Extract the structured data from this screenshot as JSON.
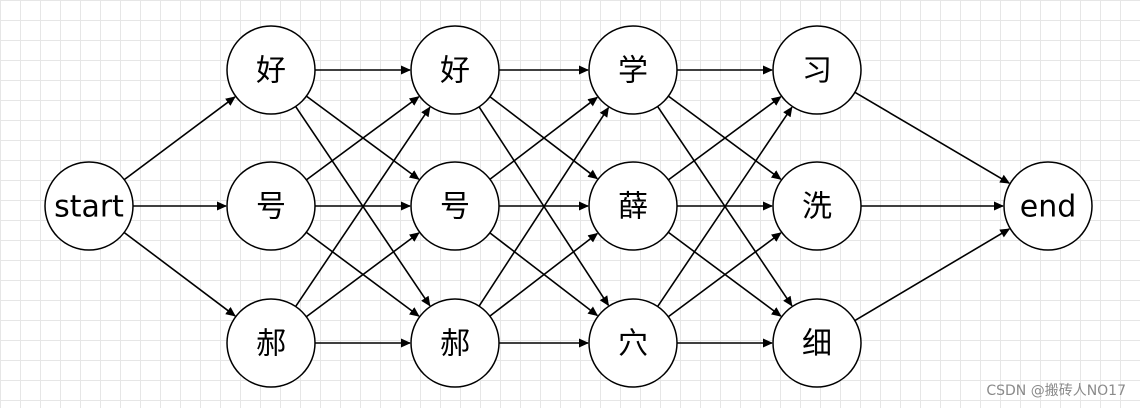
{
  "diagram": {
    "type": "lattice",
    "nodes": [
      {
        "id": "start",
        "label": "start",
        "column": 0,
        "row": 1
      },
      {
        "id": "c1_hao",
        "label": "好",
        "column": 1,
        "row": 0
      },
      {
        "id": "c1_hao2",
        "label": "号",
        "column": 1,
        "row": 1
      },
      {
        "id": "c1_hao3",
        "label": "郝",
        "column": 1,
        "row": 2
      },
      {
        "id": "c2_hao",
        "label": "好",
        "column": 2,
        "row": 0
      },
      {
        "id": "c2_hao2",
        "label": "号",
        "column": 2,
        "row": 1
      },
      {
        "id": "c2_hao3",
        "label": "郝",
        "column": 2,
        "row": 2
      },
      {
        "id": "c3_xue",
        "label": "学",
        "column": 3,
        "row": 0
      },
      {
        "id": "c3_xue2",
        "label": "薛",
        "column": 3,
        "row": 1
      },
      {
        "id": "c3_xue3",
        "label": "穴",
        "column": 3,
        "row": 2
      },
      {
        "id": "c4_xi",
        "label": "习",
        "column": 4,
        "row": 0
      },
      {
        "id": "c4_xi2",
        "label": "洗",
        "column": 4,
        "row": 1
      },
      {
        "id": "c4_xi3",
        "label": "细",
        "column": 4,
        "row": 2
      },
      {
        "id": "end",
        "label": "end",
        "column": 5,
        "row": 1
      }
    ],
    "edges": [
      [
        "start",
        "c1_hao"
      ],
      [
        "start",
        "c1_hao2"
      ],
      [
        "start",
        "c1_hao3"
      ],
      [
        "c1_hao",
        "c2_hao"
      ],
      [
        "c1_hao",
        "c2_hao2"
      ],
      [
        "c1_hao",
        "c2_hao3"
      ],
      [
        "c1_hao2",
        "c2_hao"
      ],
      [
        "c1_hao2",
        "c2_hao2"
      ],
      [
        "c1_hao2",
        "c2_hao3"
      ],
      [
        "c1_hao3",
        "c2_hao"
      ],
      [
        "c1_hao3",
        "c2_hao2"
      ],
      [
        "c1_hao3",
        "c2_hao3"
      ],
      [
        "c2_hao",
        "c3_xue"
      ],
      [
        "c2_hao",
        "c3_xue2"
      ],
      [
        "c2_hao",
        "c3_xue3"
      ],
      [
        "c2_hao2",
        "c3_xue"
      ],
      [
        "c2_hao2",
        "c3_xue2"
      ],
      [
        "c2_hao2",
        "c3_xue3"
      ],
      [
        "c2_hao3",
        "c3_xue"
      ],
      [
        "c2_hao3",
        "c3_xue2"
      ],
      [
        "c2_hao3",
        "c3_xue3"
      ],
      [
        "c3_xue",
        "c4_xi"
      ],
      [
        "c3_xue",
        "c4_xi2"
      ],
      [
        "c3_xue",
        "c4_xi3"
      ],
      [
        "c3_xue2",
        "c4_xi"
      ],
      [
        "c3_xue2",
        "c4_xi2"
      ],
      [
        "c3_xue2",
        "c4_xi3"
      ],
      [
        "c3_xue3",
        "c4_xi"
      ],
      [
        "c3_xue3",
        "c4_xi2"
      ],
      [
        "c3_xue3",
        "c4_xi3"
      ],
      [
        "c4_xi",
        "end"
      ],
      [
        "c4_xi2",
        "end"
      ],
      [
        "c4_xi3",
        "end"
      ]
    ]
  },
  "watermark": "CSDN @搬砖人NO17"
}
